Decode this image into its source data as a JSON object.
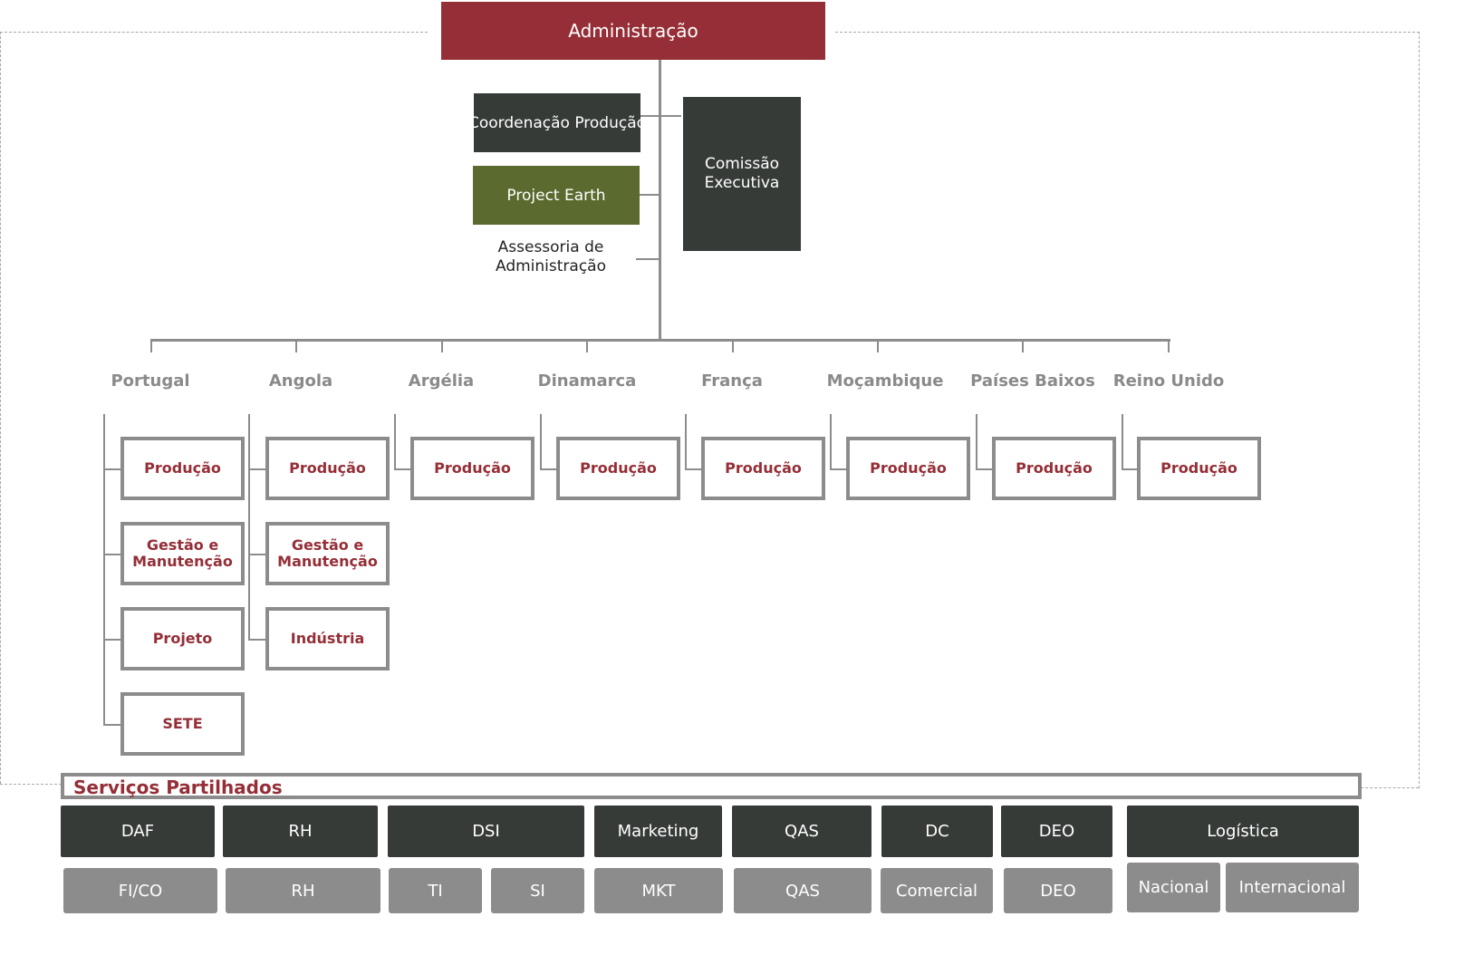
{
  "top": {
    "administration": "Administração",
    "coordination": "Coordenação Produção",
    "project_earth": "Project Earth",
    "advisory": "Assessoria de Administração",
    "executive": "Comissão Executiva"
  },
  "countries": [
    {
      "name": "Portugal",
      "units": [
        "Produção",
        "Gestão e Manutenção",
        "Projeto",
        "SETE"
      ]
    },
    {
      "name": "Angola",
      "units": [
        "Produção",
        "Gestão e Manutenção",
        "Indústria"
      ]
    },
    {
      "name": "Argélia",
      "units": [
        "Produção"
      ]
    },
    {
      "name": "Dinamarca",
      "units": [
        "Produção"
      ]
    },
    {
      "name": "França",
      "units": [
        "Produção"
      ]
    },
    {
      "name": "Moçambique",
      "units": [
        "Produção"
      ]
    },
    {
      "name": "Países Baixos",
      "units": [
        "Produção"
      ]
    },
    {
      "name": "Reino Unido",
      "units": [
        "Produção"
      ]
    }
  ],
  "shared_services": {
    "title": "Serviços Partilhados",
    "groups": [
      {
        "name": "DAF",
        "subs": [
          "FI/CO"
        ]
      },
      {
        "name": "RH",
        "subs": [
          "RH"
        ]
      },
      {
        "name": "DSI",
        "subs": [
          "TI",
          "SI"
        ]
      },
      {
        "name": "Marketing",
        "subs": [
          "MKT"
        ]
      },
      {
        "name": "QAS",
        "subs": [
          "QAS"
        ]
      },
      {
        "name": "DC",
        "subs": [
          "Comercial"
        ]
      },
      {
        "name": "DEO",
        "subs": [
          "DEO"
        ]
      },
      {
        "name": "Logística",
        "subs": [
          "Nacional",
          "Internacional"
        ]
      }
    ]
  },
  "colors": {
    "admin": "#952e36",
    "dark": "#363b38",
    "green": "#5b6a2e",
    "gray": "#8c8c8c",
    "accent_text": "#952e36"
  }
}
